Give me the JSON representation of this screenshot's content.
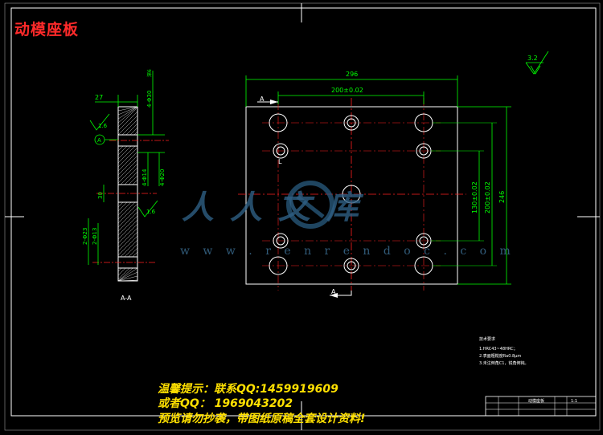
{
  "title": "动模座板",
  "notice": {
    "line1": "温馨提示：联系QQ:1459919609",
    "line2": "或者QQ： 1969043202",
    "line3": "预览请勿抄袭，带图纸原稿全套设计资料!"
  },
  "watermark": {
    "text": "人人文库",
    "url": "w w w . r e n r e n d o c . c o m"
  },
  "section_view": {
    "label": "A-A",
    "dims": {
      "top_width": "27",
      "hole_top": "4-Φ30",
      "hole_top_suffix": "深6",
      "hole_mid": "4-Φ14",
      "hole_mid2": "4-Φ20",
      "bore": "30",
      "lower_hole1": "2-Φ23",
      "lower_hole2": "2-Φ13",
      "finish1": "1.6",
      "finish2": "1.6",
      "datum": "A"
    }
  },
  "plan_view": {
    "width_dim": "296",
    "hole_spacing": "200±0.02",
    "height_dim": "246",
    "vert_spacing1": "130±0.02",
    "vert_spacing2": "200±0.02",
    "section_mark": "A",
    "hole_label": "L"
  },
  "roughness": "3.2",
  "notes": {
    "heading": "技术要求",
    "items": [
      "1.HRC43~48HRC；",
      "2.表面粗糙度Ra0.8μm",
      "3.未注倒角C1，锐角倒钝。"
    ]
  },
  "title_block": {
    "name": "动模座板",
    "sheet": "1:1"
  },
  "colors": {
    "background": "#000000",
    "outline": "#ffffff",
    "dimension": "#00ff00",
    "centerline": "#ff2020",
    "hidden": "#ffff00",
    "title": "#ff2a2a",
    "notice": "#ffe000"
  }
}
